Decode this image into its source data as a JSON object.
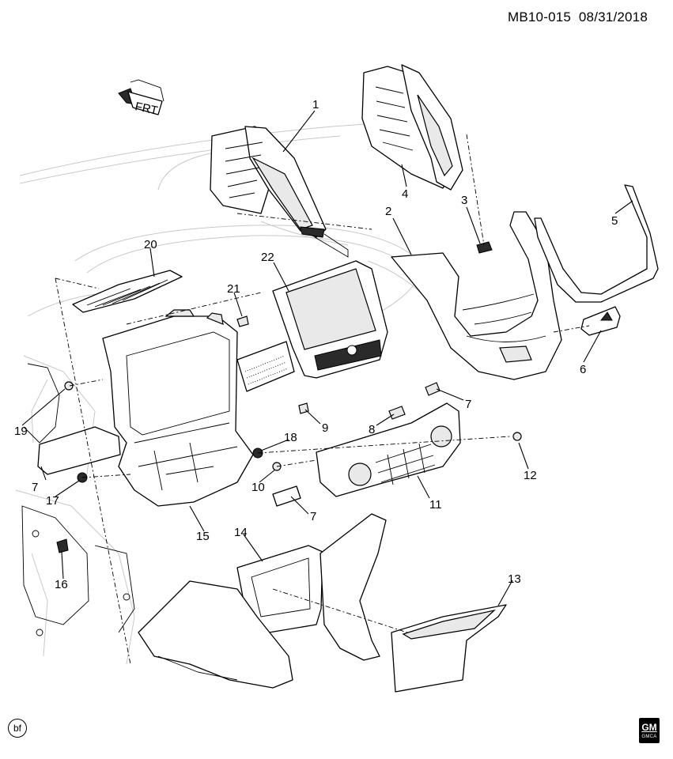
{
  "header": {
    "ref": "MB10-015",
    "date": "08/31/2018"
  },
  "orientation": {
    "label": "FRT"
  },
  "badges": {
    "bf": "bf",
    "logo": "GM",
    "logo_sub": "GMCA"
  },
  "callouts": [
    "1",
    "2",
    "3",
    "4",
    "5",
    "6",
    "7",
    "7",
    "7",
    "8",
    "9",
    "10",
    "11",
    "12",
    "13",
    "14",
    "15",
    "16",
    "17",
    "18",
    "19",
    "20",
    "21",
    "22"
  ]
}
